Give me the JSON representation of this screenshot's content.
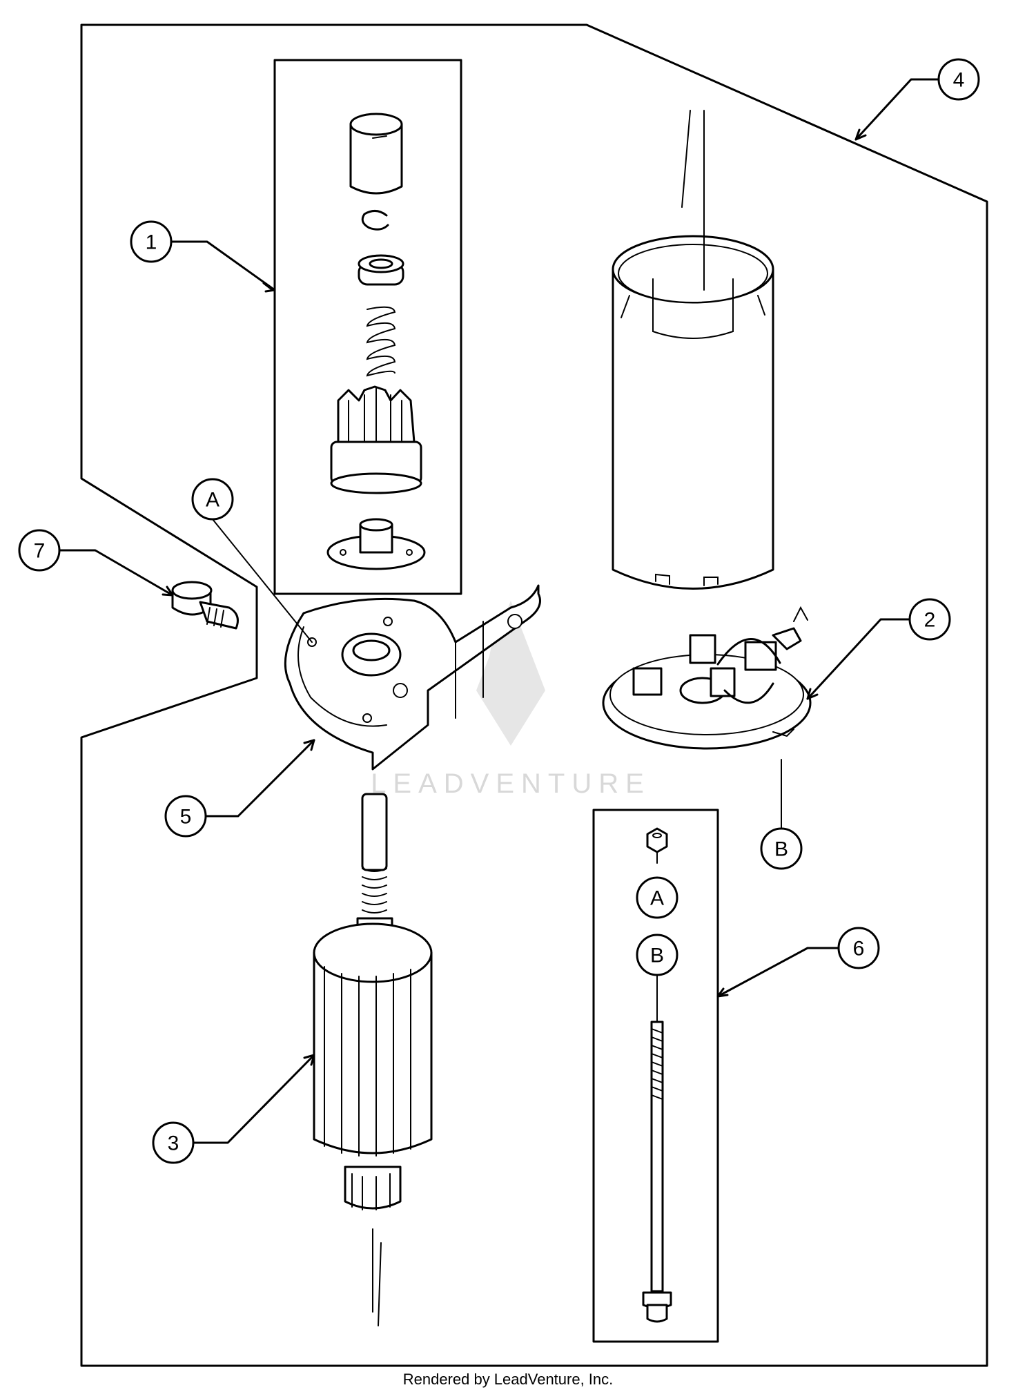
{
  "diagram": {
    "callouts": {
      "c1": "1",
      "c2": "2",
      "c3": "3",
      "c4": "4",
      "c5": "5",
      "c6": "6",
      "c7": "7",
      "a_top": "A",
      "b_brush": "B",
      "a_kit": "A",
      "b_kit": "B"
    },
    "watermark": "LEADVENTURE",
    "credit": "Rendered by LeadVenture, Inc."
  }
}
